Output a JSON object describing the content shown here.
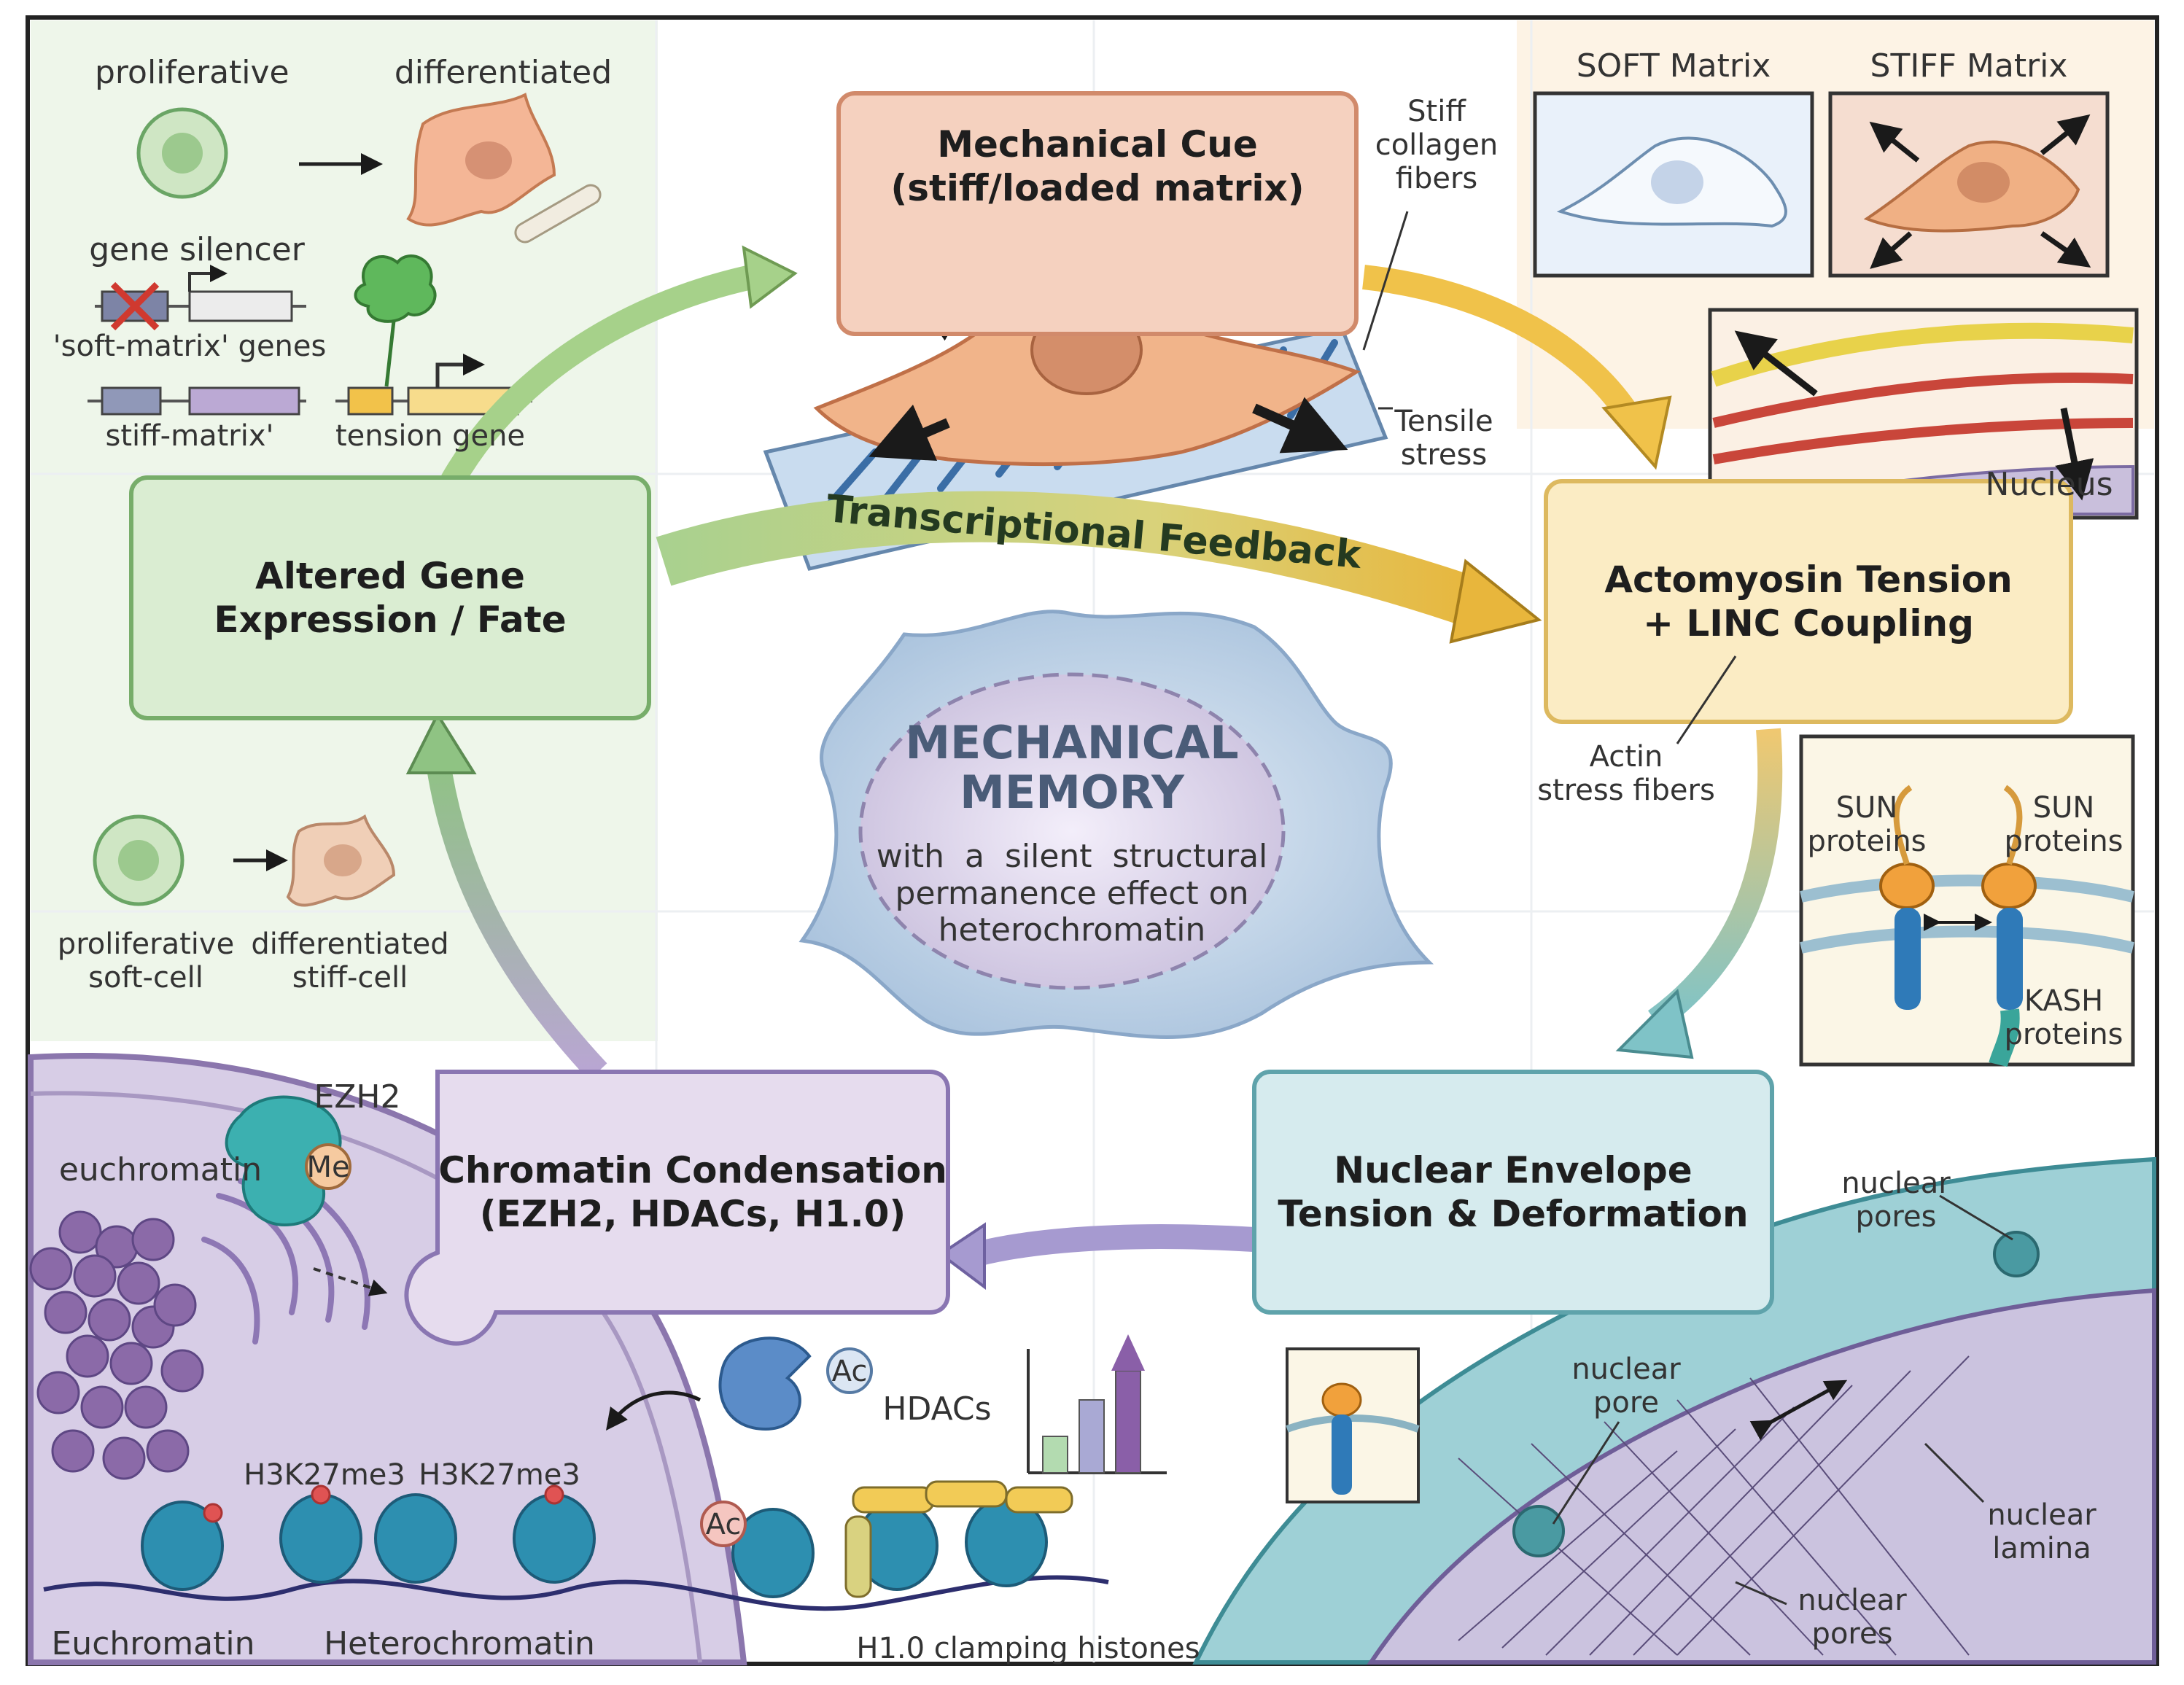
{
  "boxes": {
    "mechanical_cue": "Mechanical Cue\n(stiff/loaded matrix)",
    "actomyosin": "Actomyosin Tension\n+ LINC Coupling",
    "nuclear_envelope": "Nuclear Envelope\nTension & Deformation",
    "chromatin": "Chromatin Condensation\n(EZH2, HDACs, H1.0)",
    "gene_expression": "Altered Gene\nExpression / Fate"
  },
  "feedback_label": "Transcriptional Feedback",
  "center": {
    "title": "MECHANICAL\nMEMORY",
    "subtitle": "with  a  silent  structural\npermanence effect on\nheterochromatin"
  },
  "top_left": {
    "proliferative": "proliferative",
    "differentiated": "differentiated",
    "gene_silencer": "gene silencer",
    "soft_matrix_genes": "'soft-matrix' genes",
    "stiff_matrix": "stiff-matrix'",
    "tension_gene": "tension gene"
  },
  "mid_left": {
    "proliferative_soft": "proliferative\nsoft-cell",
    "differentiated_stiff": "differentiated\nstiff-cell"
  },
  "top_center": {
    "stiff_collagen": "Stiff\ncollagen\nfibers",
    "tensile_stress": "Tensile\nstress"
  },
  "top_right": {
    "soft_matrix": "SOFT Matrix",
    "stiff_matrix": "STIFF Matrix",
    "nucleus": "Nucleus"
  },
  "right": {
    "actin_fibers": "Actin\nstress fibers",
    "sun_left": "SUN\nproteins",
    "sun_right": "SUN\nproteins",
    "kash": "KASH\nproteins"
  },
  "bottom_left": {
    "ezh2": "EZH2",
    "me": "Me",
    "euchromatin_top": "euchromatin",
    "h3k_1": "H3K27me3",
    "h3k_2": "H3K27me3",
    "euchromatin": "Euchromatin",
    "heterochromatin": "Heterochromatin",
    "ac_1": "Ac",
    "ac_2": "Ac",
    "hdacs": "HDACs",
    "h10": "H1.0 clamping histones"
  },
  "bottom_right": {
    "nuclear_pores_top": "nuclear\npores",
    "nuclear_pore": "nuclear\npore",
    "nuclear_lamina": "nuclear\nlamina",
    "nuclear_pores_bottom": "nuclear\npores"
  },
  "colors": {
    "green_box": "#daedd2",
    "orange_box": "#f5d1bf",
    "yellow_box": "#fbecc4",
    "teal_box": "#d6ebee",
    "purple_box": "#e6dcee",
    "center_blob": "#bcd3e8"
  }
}
